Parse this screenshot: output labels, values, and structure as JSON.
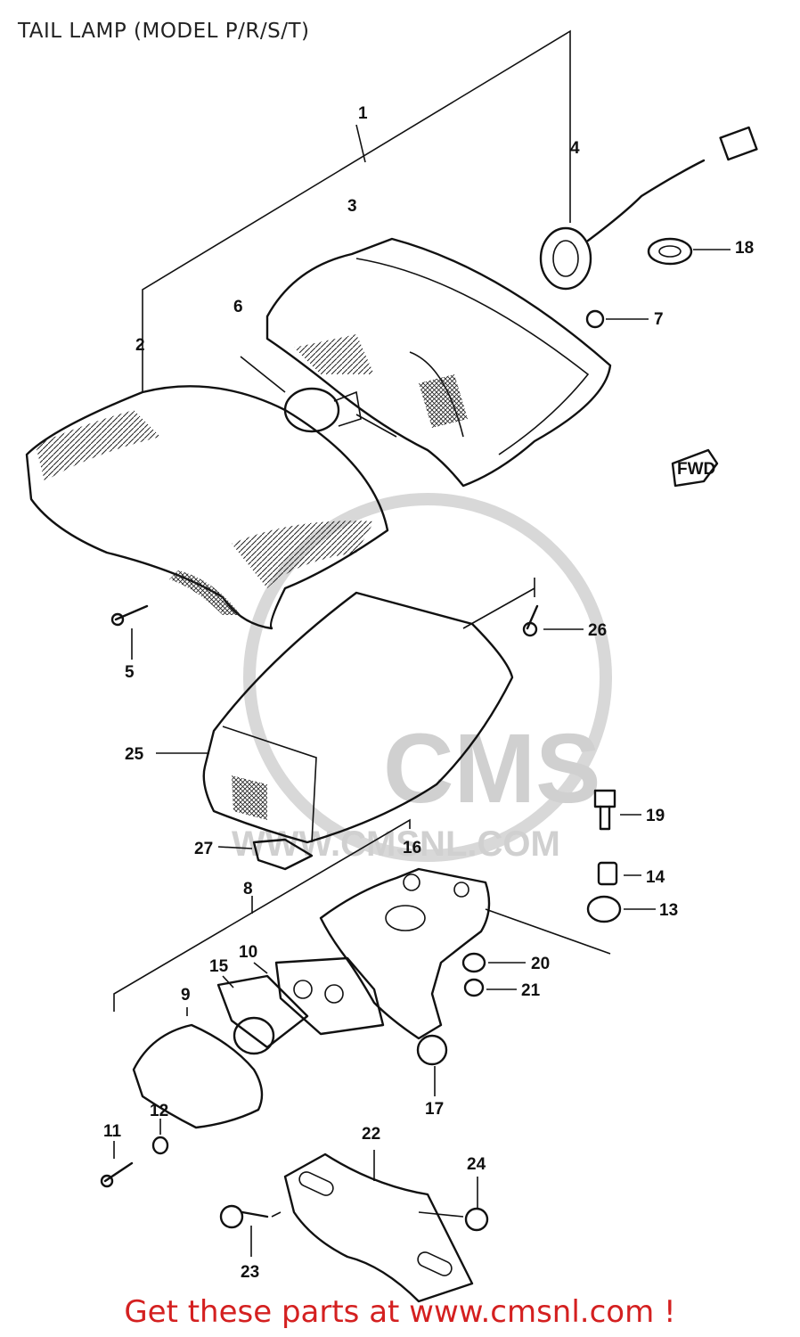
{
  "title": "TAIL LAMP (MODEL P/R/S/T)",
  "footer": "Get these parts at www.cmsnl.com !",
  "watermark": {
    "logo_text": "CMS",
    "url_text": "WWW.CMSNL.COM",
    "color": "#d0d0d0"
  },
  "callouts": [
    "1",
    "2",
    "3",
    "4",
    "5",
    "6",
    "7",
    "8",
    "9",
    "10",
    "11",
    "12",
    "13",
    "14",
    "15",
    "16",
    "17",
    "18",
    "19",
    "20",
    "21",
    "22",
    "23",
    "24",
    "25",
    "26",
    "27"
  ],
  "fwd_label": "FWD",
  "colors": {
    "footer": "#d42020",
    "ink": "#111111",
    "watermark": "#d0d0d0"
  }
}
